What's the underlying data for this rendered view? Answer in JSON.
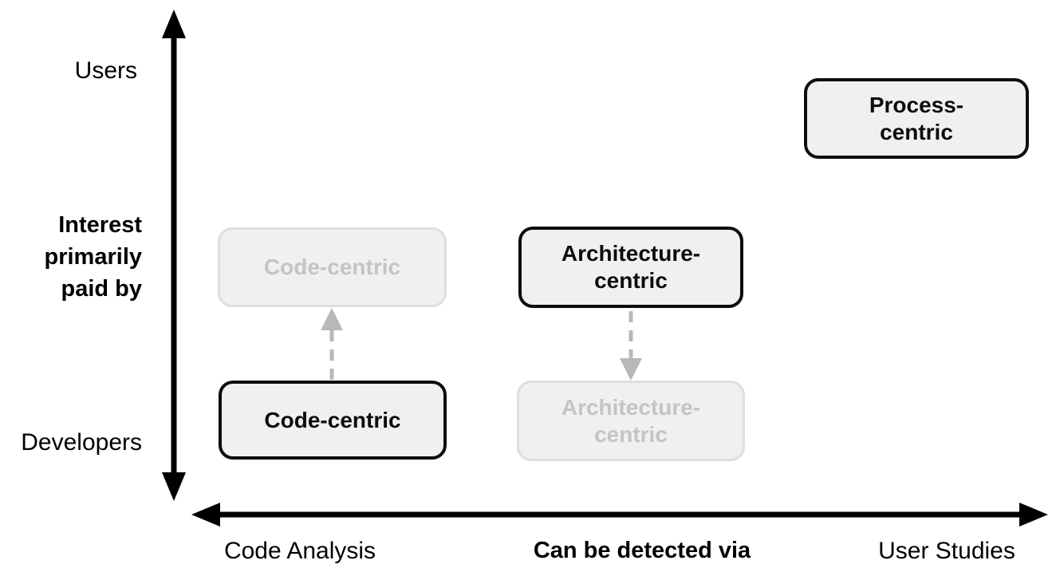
{
  "colors": {
    "background": "#ffffff",
    "box_fill": "#f0f0f0",
    "active_border": "#0d0d0d",
    "active_text": "#0d0d0d",
    "faded_border": "#dedede",
    "faded_text": "#c4c4c4",
    "dashed_arrow": "#b8b8b8",
    "axis": "#000000"
  },
  "y_axis": {
    "top_label": "Users",
    "title": "Interest\nprimarily\npaid by",
    "bottom_label": "Developers"
  },
  "x_axis": {
    "left_label": "Code Analysis",
    "title": "Can be detected via",
    "right_label": "User Studies"
  },
  "boxes": {
    "code_centric_faded": {
      "label": "Code-centric",
      "state": "faded"
    },
    "architecture_centric_active": {
      "label": "Architecture-\ncentric",
      "state": "active"
    },
    "process_centric_active": {
      "label": "Process-\ncentric",
      "state": "active"
    },
    "code_centric_active": {
      "label": "Code-centric",
      "state": "active"
    },
    "architecture_centric_faded": {
      "label": "Architecture-\ncentric",
      "state": "faded"
    }
  },
  "arrows": [
    {
      "name": "code-centric-shift-arrow",
      "from": "code_centric_active",
      "to": "code_centric_faded",
      "direction": "up",
      "style": "dashed"
    },
    {
      "name": "architecture-centric-shift-arrow",
      "from": "architecture_centric_active",
      "to": "architecture_centric_faded",
      "direction": "down",
      "style": "dashed"
    }
  ]
}
